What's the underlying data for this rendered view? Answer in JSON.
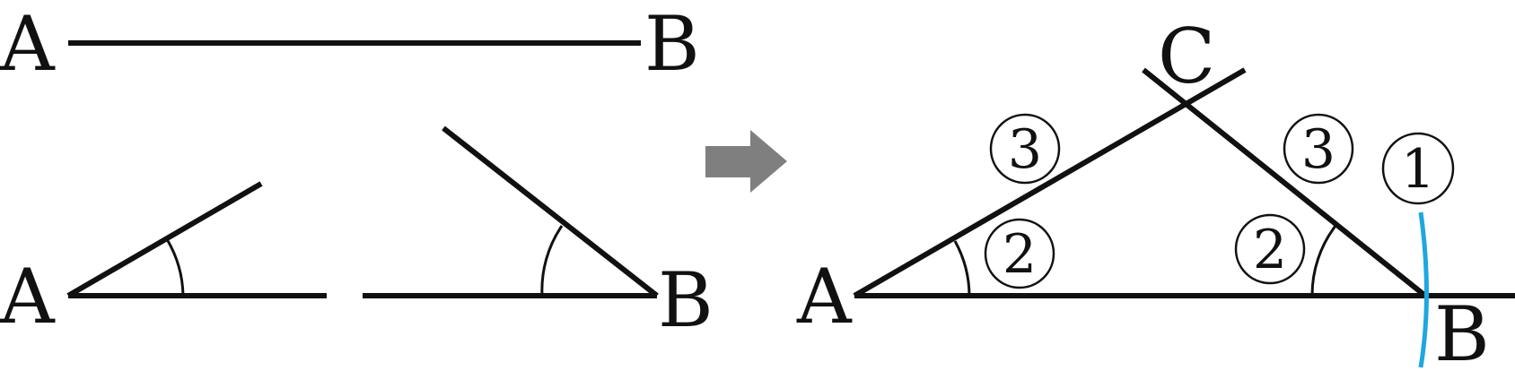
{
  "colors": {
    "ink": "#111111",
    "arrow": "#7f7f7f",
    "compass_arc": "#1ea7e1"
  },
  "given_segment": {
    "start_label": "A",
    "end_label": "B"
  },
  "given_angle_at_A": {
    "vertex_label": "A"
  },
  "given_angle_at_B": {
    "vertex_label": "B"
  },
  "arrow": {
    "icon": "right-arrow"
  },
  "construction": {
    "vertex_a": "A",
    "vertex_b": "B",
    "vertex_c": "C",
    "step_markers": [
      {
        "id": "step1",
        "text": "1"
      },
      {
        "id": "step2a",
        "text": "2"
      },
      {
        "id": "step2b",
        "text": "2"
      },
      {
        "id": "step3a",
        "text": "3"
      },
      {
        "id": "step3b",
        "text": "3"
      }
    ]
  }
}
